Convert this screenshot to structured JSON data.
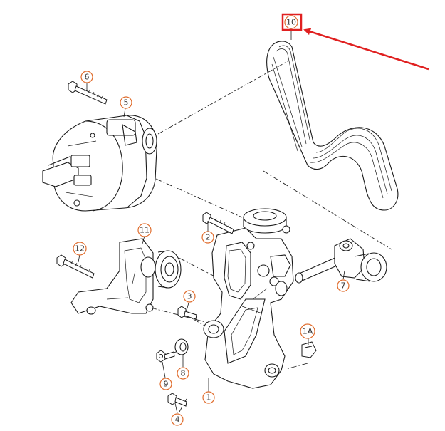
{
  "colors": {
    "background": "#ffffff",
    "line": "#1a1a1a",
    "callout_circle": "#e06c2c",
    "highlight": "#e02020"
  },
  "callouts": {
    "c1": "1",
    "c1a": "1A",
    "c2": "2",
    "c3": "3",
    "c4": "4",
    "c5": "5",
    "c6": "6",
    "c7": "7",
    "c8": "8",
    "c9": "9",
    "c10": "10",
    "c11": "11",
    "c12": "12"
  }
}
